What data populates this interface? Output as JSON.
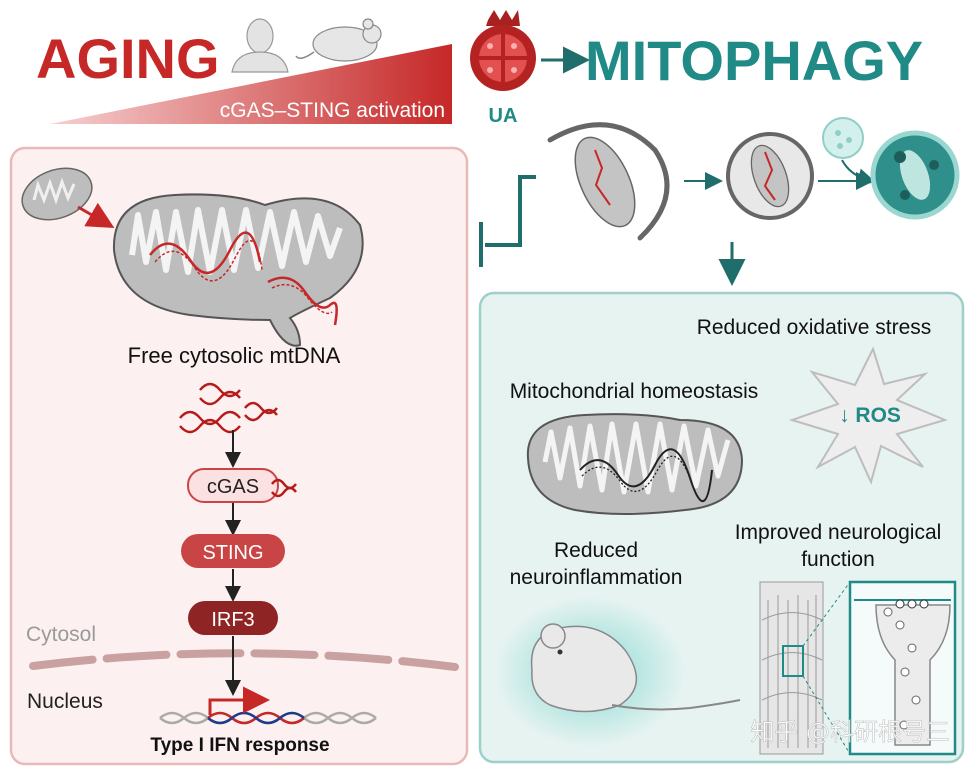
{
  "header": {
    "aging": "AGING",
    "activation": "cGAS–STING activation",
    "ua": "UA",
    "mitophagy": "MITOPHAGY"
  },
  "left_panel": {
    "free_mtdna": "Free cytosolic mtDNA",
    "cgas": "cGAS",
    "sting": "STING",
    "irf3": "IRF3",
    "cytosol": "Cytosol",
    "nucleus": "Nucleus",
    "response": "Type I IFN response"
  },
  "right_panel": {
    "oxidative": "Reduced oxidative stress",
    "ros": "↓ ROS",
    "homeostasis": "Mitochondrial homeostasis",
    "neuroinflammation_1": "Reduced",
    "neuroinflammation_2": "neuroinflammation",
    "neurological_1": "Improved neurological",
    "neurological_2": "function"
  },
  "watermark": "知乎 @科研根号三",
  "colors": {
    "aging_red": "#c62828",
    "teal": "#1f8a86",
    "left_panel_bg": "#fdf0f0",
    "left_panel_border": "#e8b9b9",
    "right_panel_bg": "#e6f3f1",
    "right_panel_border": "#9fcfca",
    "sting_red": "#c94545",
    "irf3_red": "#8e2424",
    "mito_gray": "#bdbdbd"
  }
}
